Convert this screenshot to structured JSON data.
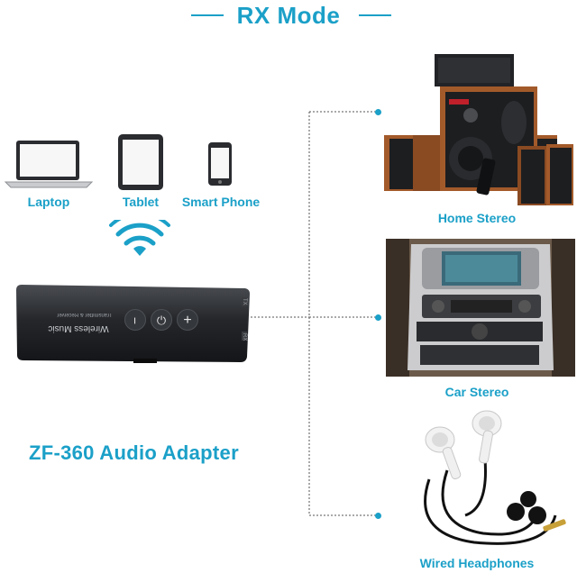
{
  "header": {
    "title": "RX Mode"
  },
  "sources": [
    {
      "label": "Laptop",
      "icon": "laptop-icon"
    },
    {
      "label": "Tablet",
      "icon": "tablet-icon"
    },
    {
      "label": "Smart Phone",
      "icon": "smartphone-icon"
    }
  ],
  "adapter": {
    "name": "ZF-360 Audio Adapter",
    "print_main": "Wireless Music",
    "print_sub": "Transmitter & Receiver",
    "side_tx": "TX",
    "side_rx": "RX",
    "btn_minus": "−",
    "btn_power": "⏻",
    "btn_plus": "+"
  },
  "outputs": [
    {
      "label": "Home Stereo"
    },
    {
      "label": "Car Stereo"
    },
    {
      "label": "Wired Headphones"
    }
  ],
  "colors": {
    "accent": "#1ba0c8",
    "device_dark": "#1b1d20",
    "wood": "#a35a2a"
  }
}
